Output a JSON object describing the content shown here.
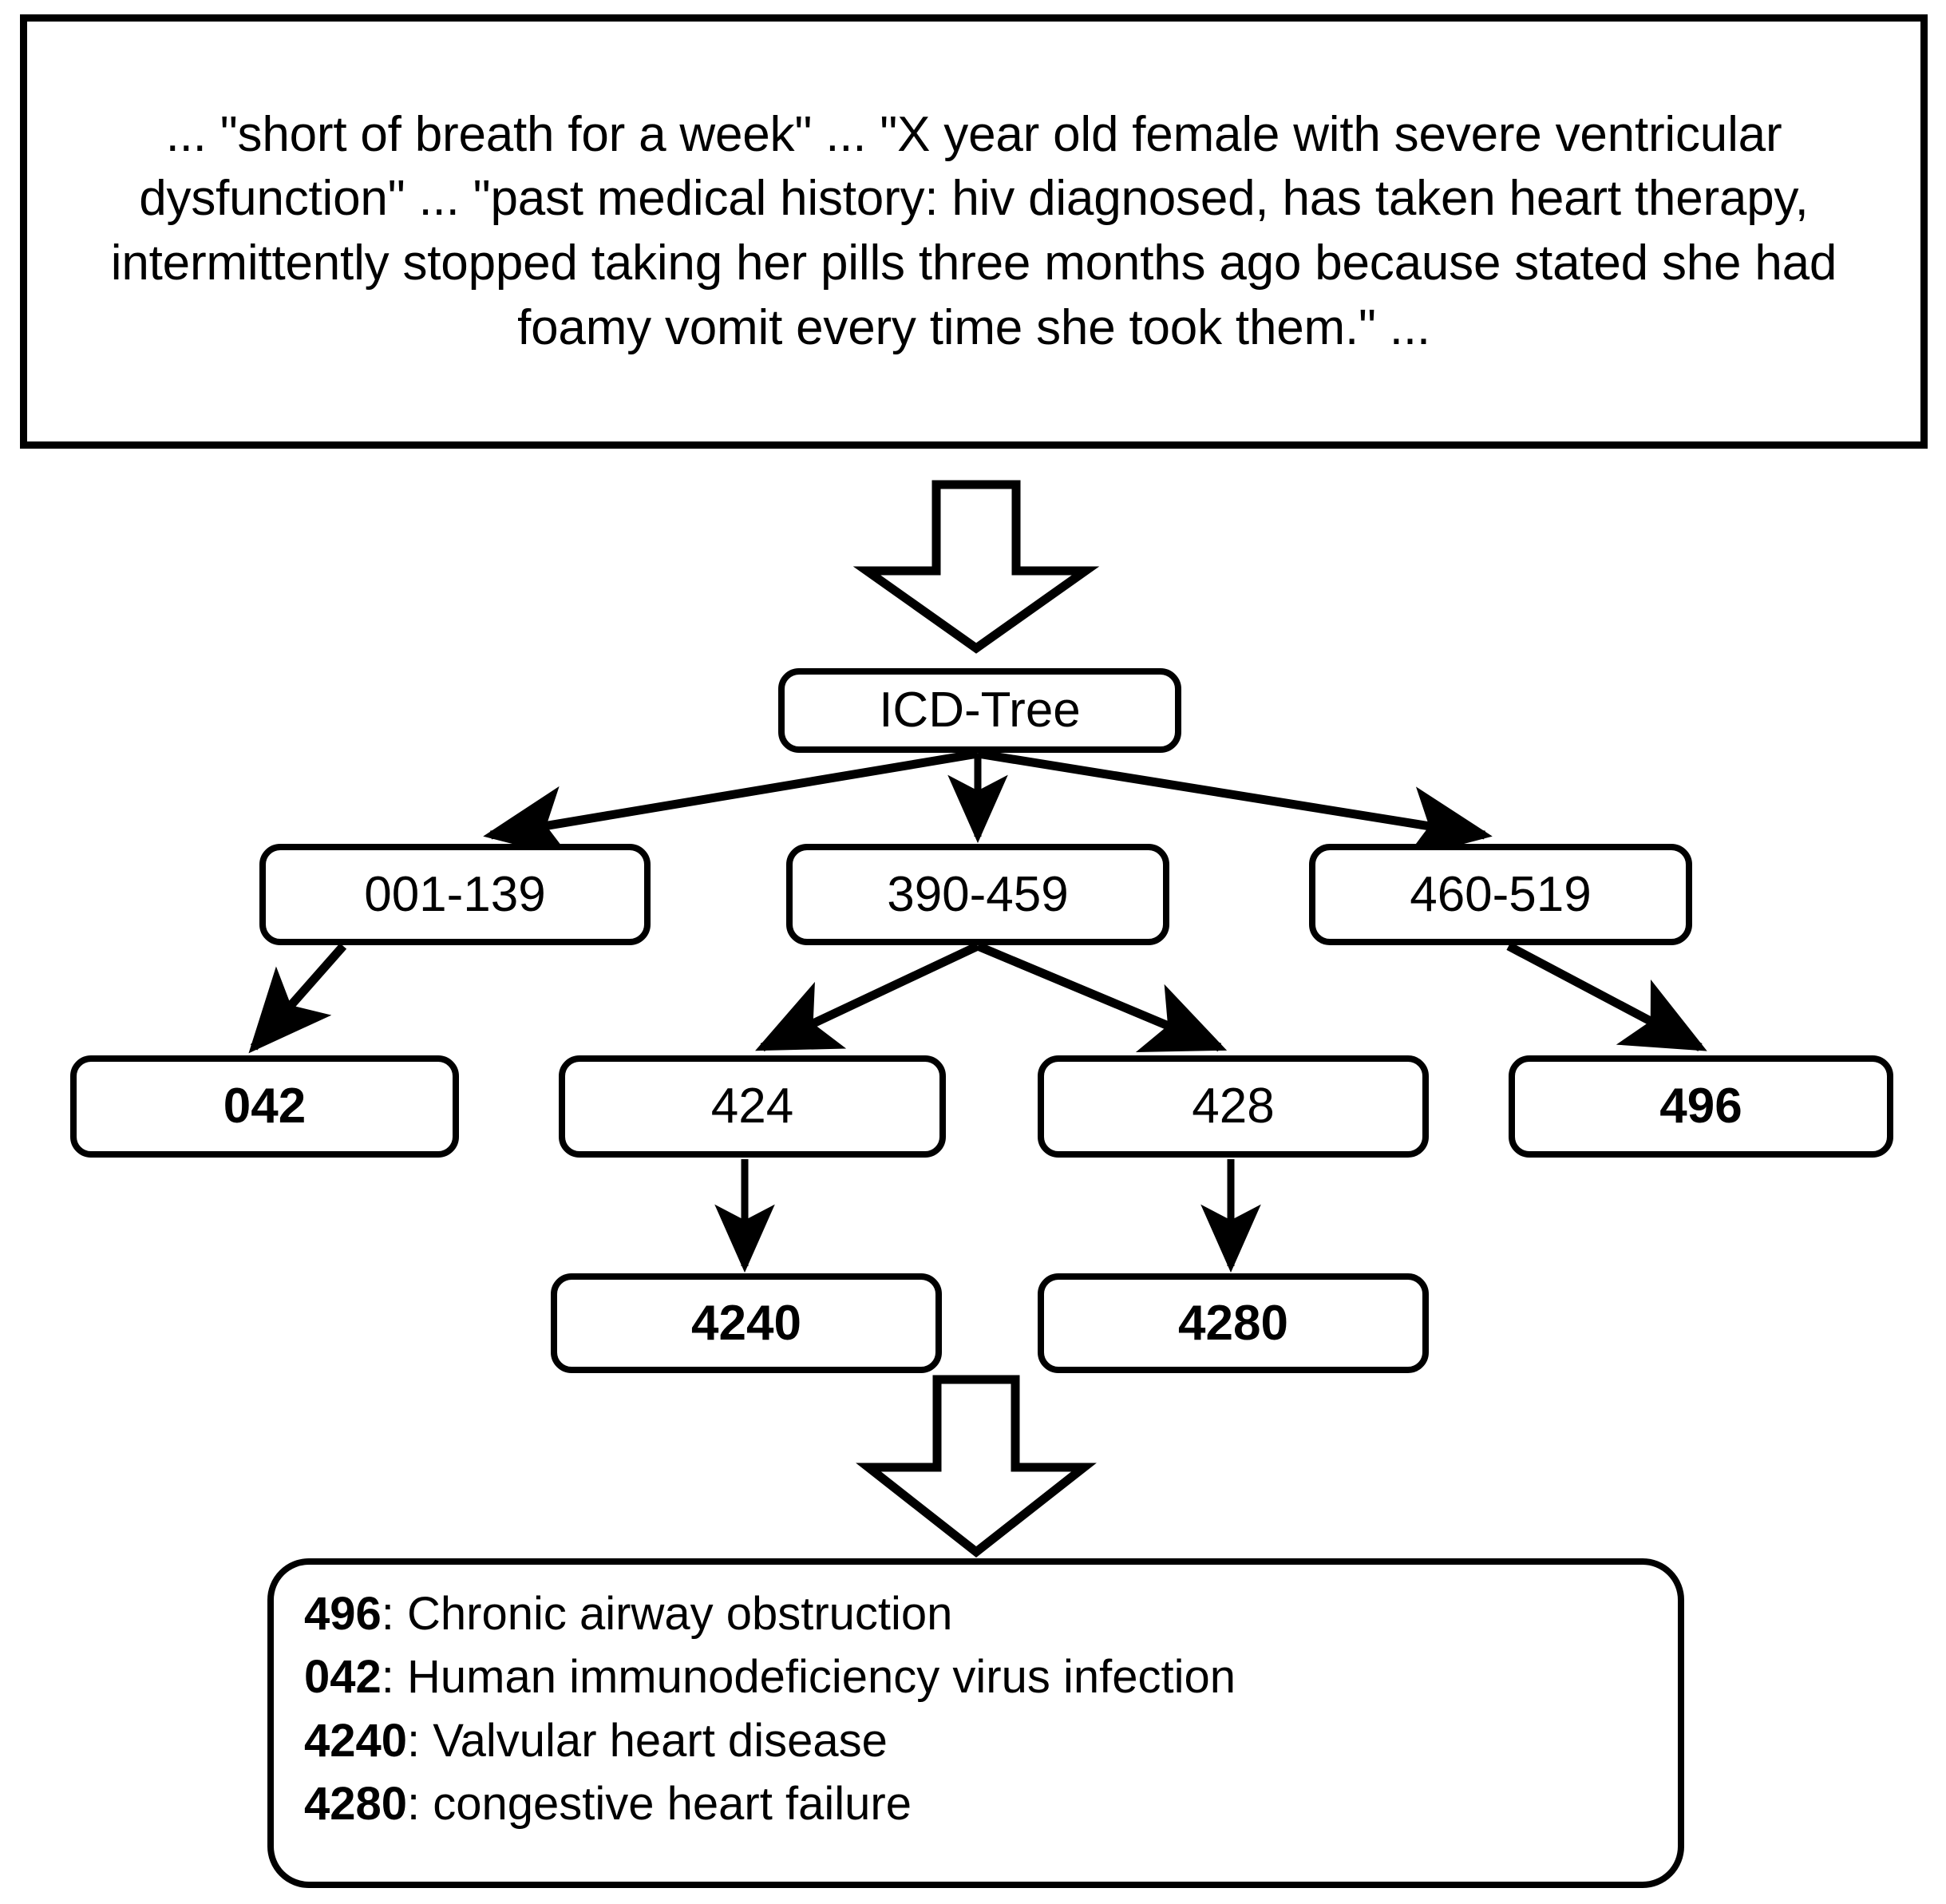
{
  "note": {
    "text": "... \"short of breath for a week\" ... \"X year old female with severe ventricular dysfunction\" ... \"past medical history: hiv diagnosed, has taken heart therapy, intermittently stopped taking her pills three months ago because stated she had foamy vomit every time she took them.\" ..."
  },
  "tree": {
    "root": {
      "label": "ICD-Tree"
    },
    "level2": [
      {
        "label": "001-139"
      },
      {
        "label": "390-459"
      },
      {
        "label": "460-519"
      }
    ],
    "level3": [
      {
        "label": "042"
      },
      {
        "label": "424"
      },
      {
        "label": "428"
      },
      {
        "label": "496"
      }
    ],
    "level4": [
      {
        "label": "4240"
      },
      {
        "label": "4280"
      }
    ]
  },
  "legend": {
    "lines": [
      {
        "code": "496",
        "sep": ": ",
        "description": "Chronic airway obstruction"
      },
      {
        "code": "042",
        "sep": ": ",
        "description": "Human immunodeficiency virus infection"
      },
      {
        "code": "4240",
        "sep": ": ",
        "description": "Valvular heart disease"
      },
      {
        "code": "4280",
        "sep": ": ",
        "description": "congestive heart failure"
      }
    ]
  },
  "colors": {
    "stroke": "#000000",
    "background": "#ffffff"
  }
}
